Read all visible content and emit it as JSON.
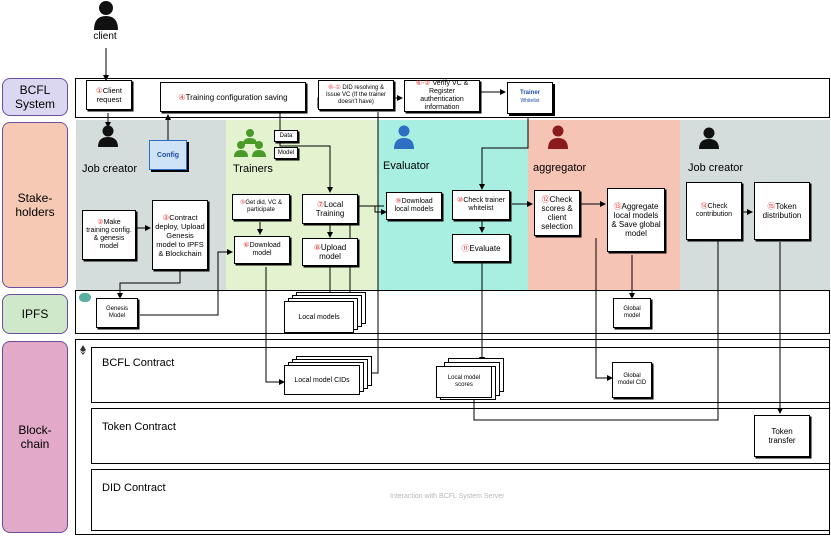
{
  "client": {
    "label": "client"
  },
  "lanes": {
    "system": {
      "label": "BCFL System"
    },
    "stakeholders": {
      "label": "Stake-holders"
    },
    "ipfs": {
      "label": "IPFS"
    },
    "blockchain": {
      "label": "Block-chain"
    }
  },
  "system_boxes": {
    "client_request": {
      "num": "①",
      "text": "Client request"
    },
    "training_config": {
      "num": "④",
      "text": "Training configuration saving"
    },
    "did_resolving": {
      "num": "⑥-①",
      "text": "DID resolving & Issue VC (If the trainer doesn't have)"
    },
    "verify_vc": {
      "num": "⑥-②",
      "text": "Verify VC & Register authentication information"
    },
    "trainer_whitelist": {
      "line1": "Trainer",
      "line2": "Whitelist"
    }
  },
  "config_doc": {
    "label": "Config"
  },
  "roles": {
    "job_creator": "Job creator",
    "trainers": "Trainers",
    "evaluator": "Evaluator",
    "aggregator": "aggregator",
    "job_creator_right": "Job creator"
  },
  "trainer_items": {
    "data": "Data",
    "model": "Model"
  },
  "steps": {
    "make_config": {
      "num": "②",
      "text": "Make training config. & genesis model"
    },
    "contract_deploy": {
      "num": "③",
      "text": "Contract deploy, Upload Genesis model to IPFS & Blockchain"
    },
    "get_did": {
      "num": "⑤",
      "text": "Get did, VC & participate"
    },
    "download_model": {
      "num": "⑥",
      "text": "Download model"
    },
    "local_training": {
      "num": "⑦",
      "text": "Local Training"
    },
    "upload_model": {
      "num": "⑧",
      "text": "Upload model"
    },
    "download_local": {
      "num": "⑨",
      "text": "Download local models"
    },
    "check_whitelist": {
      "num": "⑩",
      "text": "Check trainer whitelist"
    },
    "evaluate": {
      "num": "⑪",
      "text": "Evaluate"
    },
    "check_scores": {
      "num": "⑫",
      "text": "Check scores & client selection"
    },
    "aggregate": {
      "num": "⑬",
      "text": "Aggregate local models & Save global model"
    },
    "check_contribution": {
      "num": "⑭",
      "text": "Check contribution"
    },
    "token_distribution": {
      "num": "⑮",
      "text": "Token distribution"
    }
  },
  "ipfs_items": {
    "genesis_model": "Genesis Model",
    "local_models": "Local models",
    "global_model": "Global model"
  },
  "contracts": {
    "bcfl": {
      "title": "BCFL Contract"
    },
    "token": {
      "title": "Token Contract"
    },
    "did": {
      "title": "DID Contract"
    }
  },
  "chain_items": {
    "local_model_cids": "Local model CIDs",
    "local_model_scores": "Local model scores",
    "global_model_cid": "Global model CID",
    "token_transfer": "Token transfer"
  },
  "footnote": "Interaction with BCFL System Server",
  "colors": {
    "job_creator_bg": "#d4dcdc",
    "trainers_bg": "#e3f3cf",
    "evaluator_bg": "#a8efe2",
    "aggregator_bg": "#f6c4b4",
    "lane_system": "#dcd7f0",
    "lane_stake": "#f6c9b4",
    "lane_ipfs": "#cfe8c9",
    "lane_chain": "#e2a9c9",
    "person_dark": "#111111",
    "person_green": "#4a9a2a",
    "person_blue": "#2e6fc4",
    "person_red": "#8b1a1a"
  }
}
